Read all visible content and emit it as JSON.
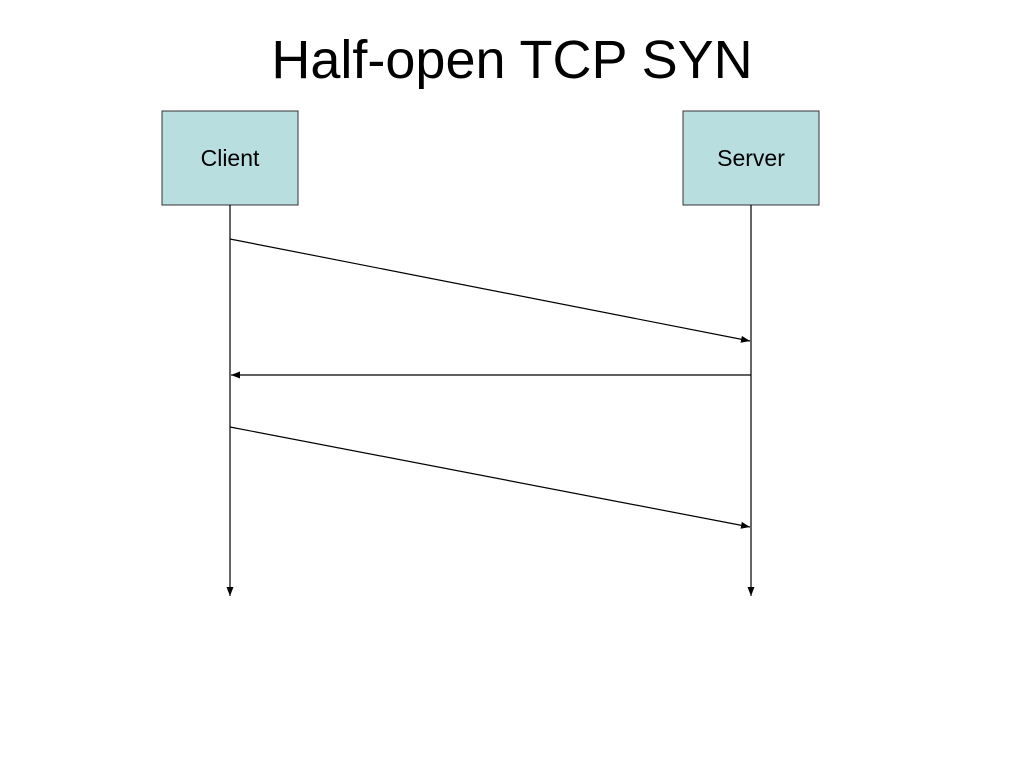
{
  "title": "Half-open TCP SYN",
  "participants": [
    {
      "label": "Client"
    },
    {
      "label": "Server"
    }
  ],
  "messages": [
    {
      "from": "Client",
      "to": "Server"
    },
    {
      "from": "Server",
      "to": "Client"
    },
    {
      "from": "Client",
      "to": "Server"
    }
  ],
  "colors": {
    "box_fill": "#b8dee0",
    "box_stroke": "#333333",
    "line": "#000000"
  }
}
